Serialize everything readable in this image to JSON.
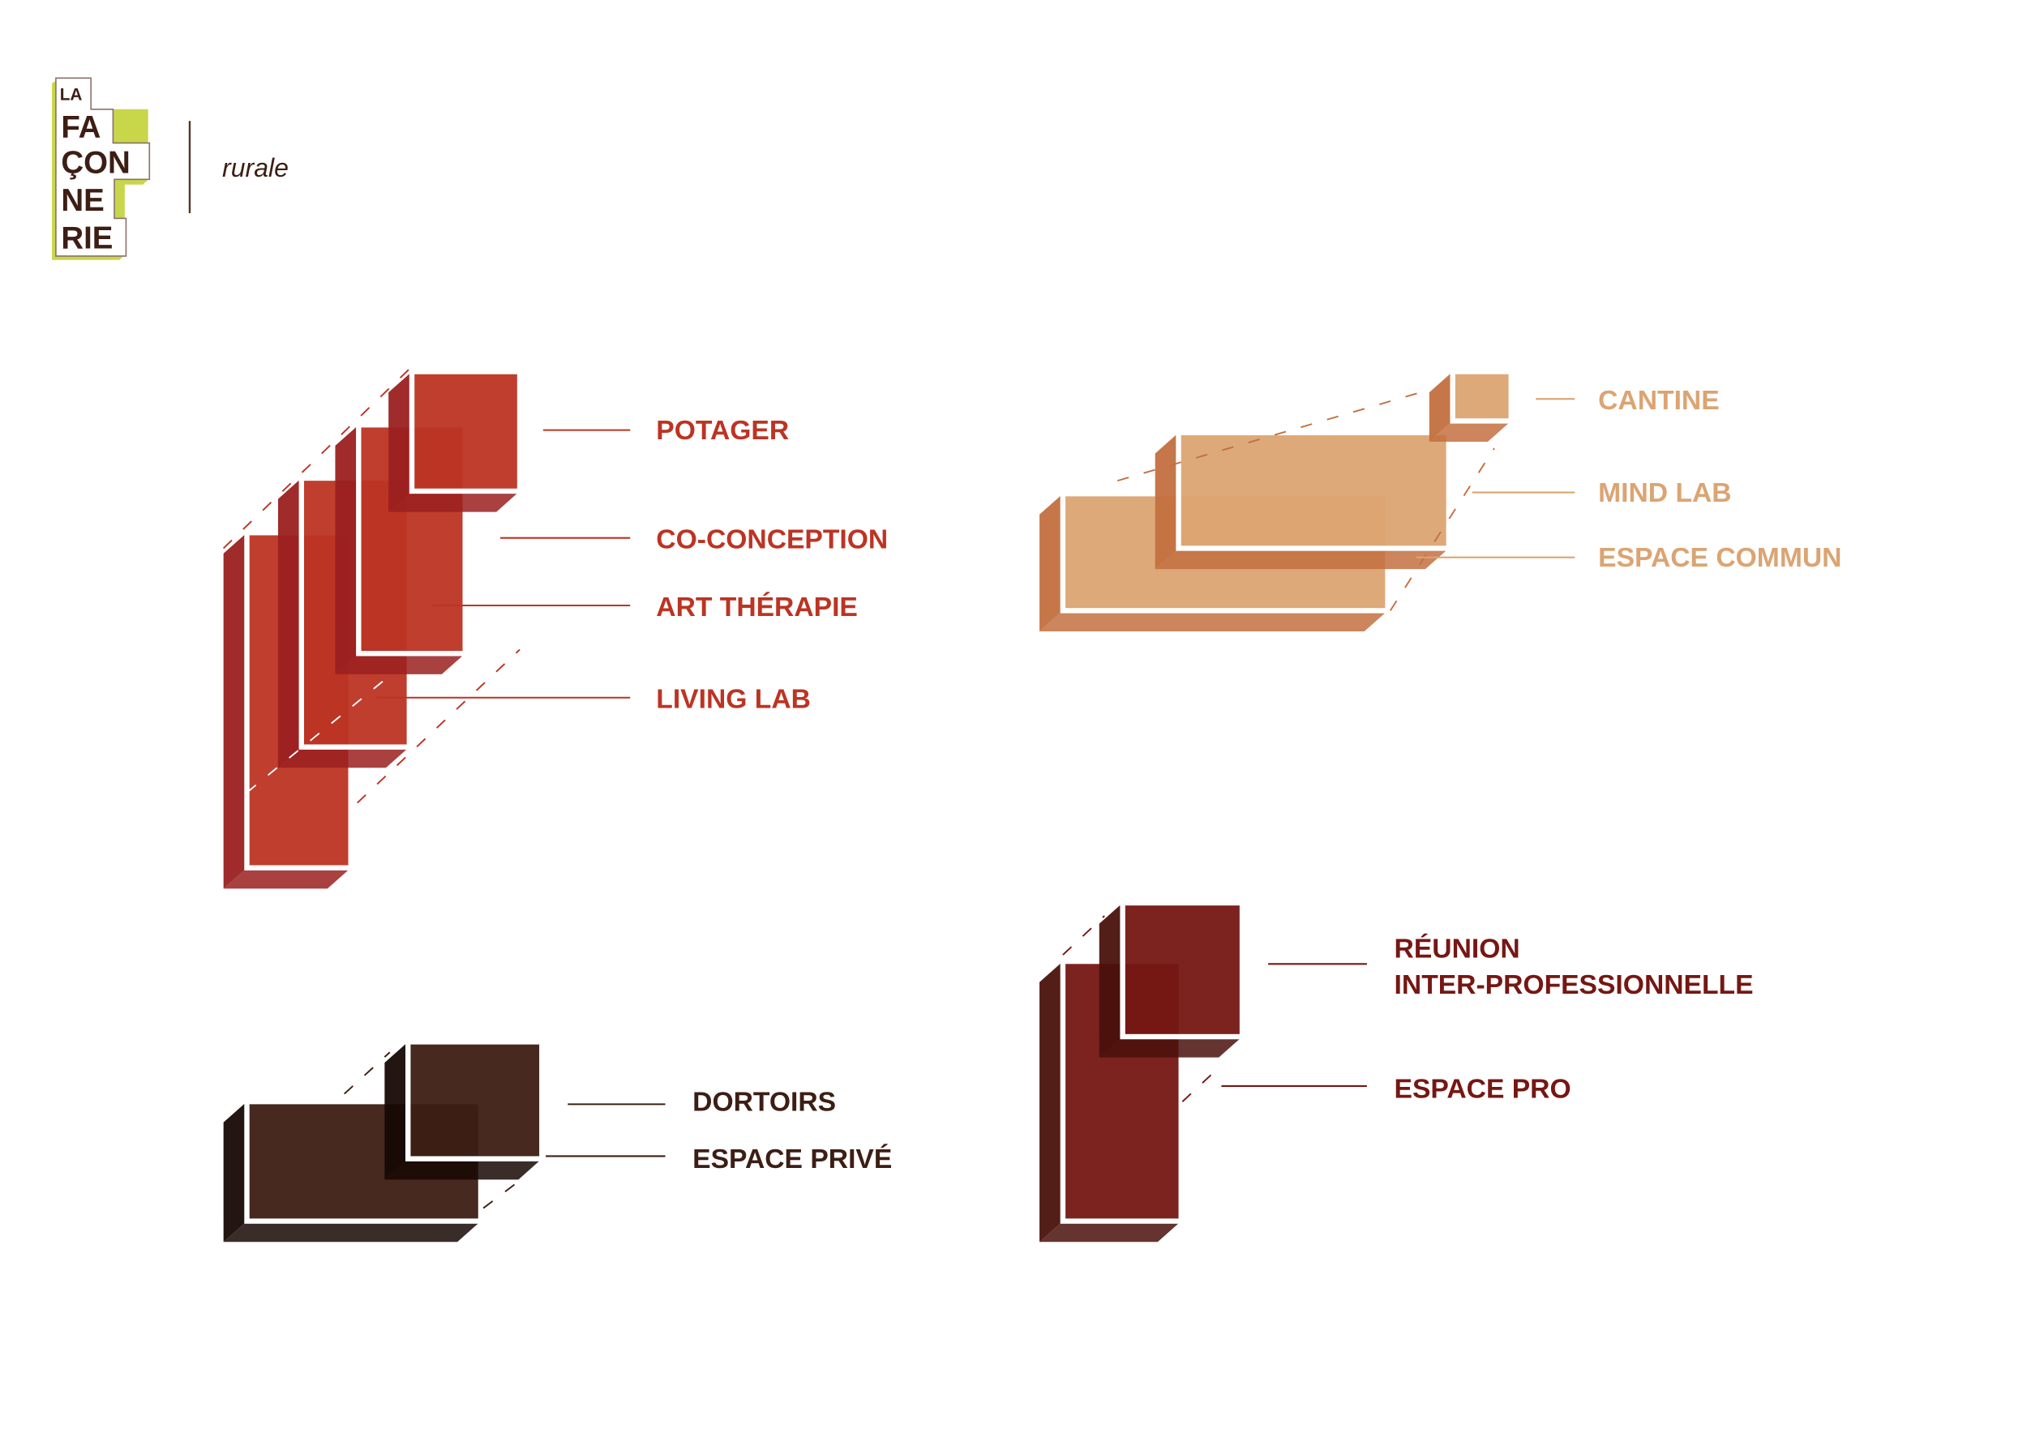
{
  "logo": {
    "lines": [
      "LA",
      "FA",
      "ÇON",
      "NE",
      "RIE"
    ],
    "subtitle": "rurale",
    "accent_color": "#c8d64a",
    "text_color": "#3d1e14"
  },
  "groups": [
    {
      "id": "red",
      "color_face": "#bc3423",
      "color_side": "#9a2020",
      "labels": [
        "POTAGER",
        "CO-CONCEPTION",
        "ART THÉRAPIE",
        "LIVING LAB"
      ]
    },
    {
      "id": "tan",
      "color_face": "#dba472",
      "color_side": "#c3703f",
      "labels": [
        "CANTINE",
        "MIND LAB",
        "ESPACE COMMUN"
      ]
    },
    {
      "id": "brown",
      "color_face": "#3d1e14",
      "color_side": "#170804",
      "labels": [
        "DORTOIRS",
        "ESPACE PRIVÉ"
      ]
    },
    {
      "id": "maroon",
      "color_face": "#751713",
      "color_side": "#4a110c",
      "labels": [
        "RÉUNION",
        "INTER-PROFESSIONNELLE",
        "ESPACE PRO"
      ]
    }
  ]
}
